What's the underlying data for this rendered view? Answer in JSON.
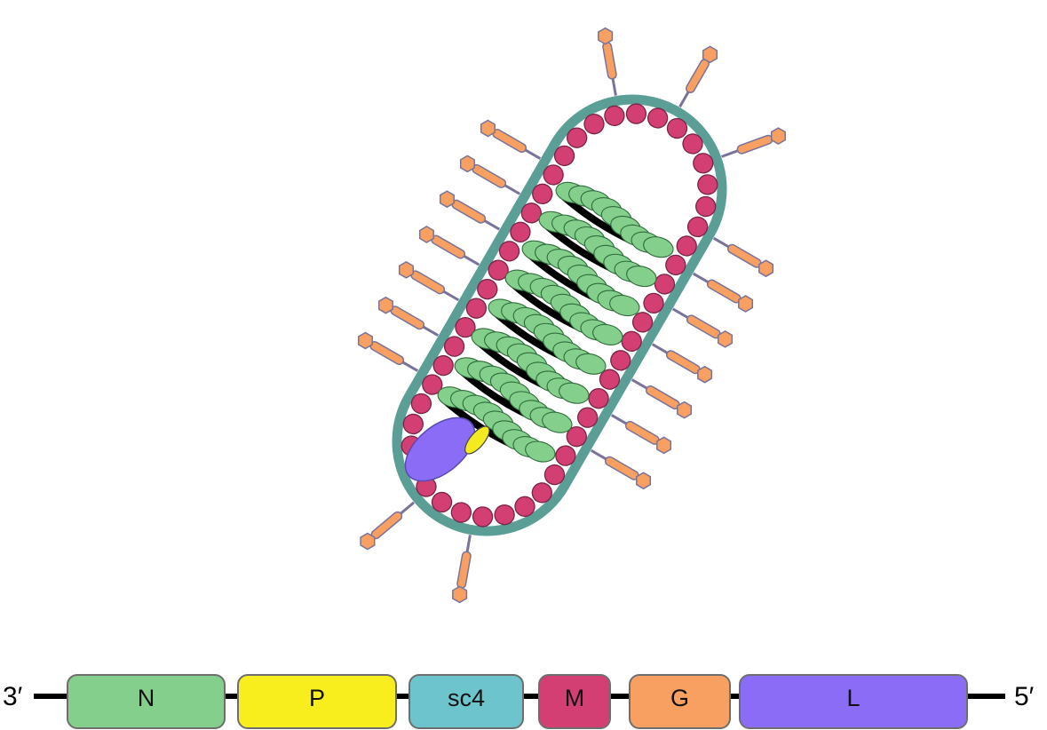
{
  "virion": {
    "envelope_color": "#5a9e96",
    "matrix_color": "#d43f73",
    "nucleoprotein_color": "#85cf8c",
    "glycoprotein_color": "#f7a062",
    "phosphoprotein_color": "#f3ea1f",
    "polymerase_color": "#8b6cf7"
  },
  "genome": {
    "left_end": "3′",
    "right_end": "5′",
    "genes": [
      {
        "label": "N",
        "color": "#85cf8c"
      },
      {
        "label": "P",
        "color": "#f8ee1e"
      },
      {
        "label": "sc4",
        "color": "#6dc4cd"
      },
      {
        "label": "M",
        "color": "#d43f73"
      },
      {
        "label": "G",
        "color": "#f7a062"
      },
      {
        "label": "L",
        "color": "#8b6cf7"
      }
    ]
  }
}
